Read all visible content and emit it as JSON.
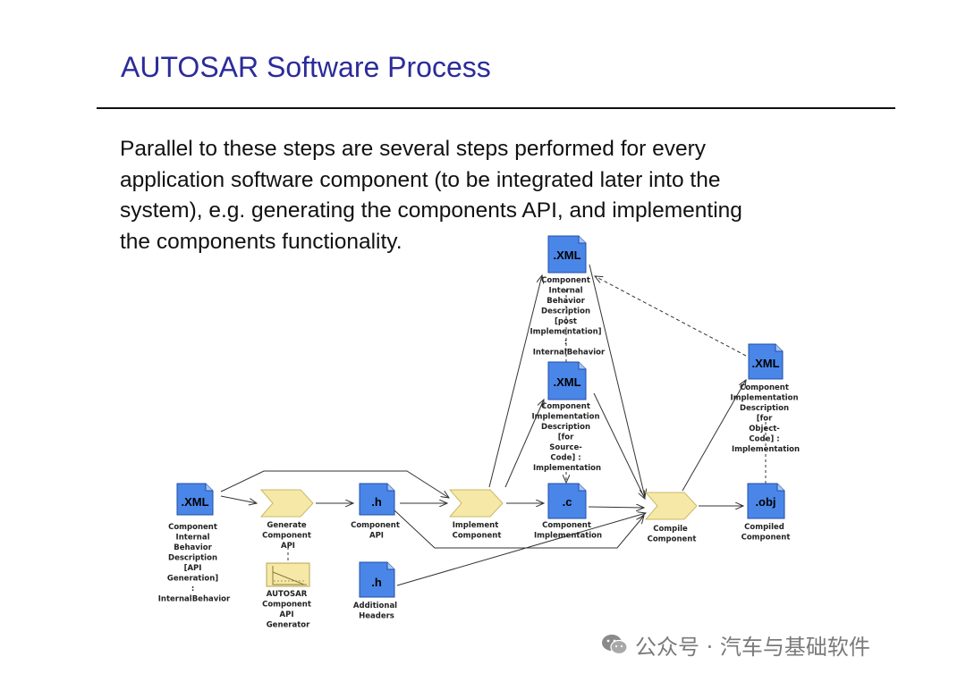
{
  "title": "AUTOSAR Software Process",
  "paragraph": {
    "line1": "Parallel to these steps are several steps performed for every",
    "line2": "application software component (to be integrated later into the",
    "line3": "system), e.g. generating the components API, and implementing",
    "line4": "the components functionality."
  },
  "colors": {
    "title": "#2b2b9a",
    "doc": "#4a86e8",
    "activity": "#f6e9a8"
  },
  "nodes": {
    "xml_internal_api": {
      "ext": ".XML",
      "label": [
        "Component",
        "Internal",
        "Behavior",
        "Description",
        "[API",
        "Generation]",
        ":",
        "InternalBehavior"
      ]
    },
    "generate_api": {
      "label": [
        "Generate",
        "Component",
        "API"
      ]
    },
    "api_generator_tool": {
      "label": [
        "AUTOSAR",
        "Component",
        "API",
        "Generator"
      ]
    },
    "h_component_api": {
      "ext": ".h",
      "label": [
        "Component",
        "API"
      ]
    },
    "implement_component": {
      "label": [
        "Implement",
        "Component"
      ]
    },
    "h_additional": {
      "ext": ".h",
      "label": [
        "Additional",
        "Headers"
      ]
    },
    "c_component_impl": {
      "ext": ".c",
      "label": [
        "Component",
        "Implementation"
      ]
    },
    "xml_internal_post": {
      "ext": ".XML",
      "label": [
        "Component",
        "Internal",
        "Behavior",
        "Description",
        "[post",
        "Implementation]",
        ":",
        "InternalBehavior"
      ]
    },
    "xml_impl_source": {
      "ext": ".XML",
      "label": [
        "Component",
        "Implementation",
        "Description",
        "[for",
        "Source-",
        "Code] :",
        "Implementation"
      ]
    },
    "compile_component": {
      "label": [
        "Compile",
        "Component"
      ]
    },
    "xml_impl_object": {
      "ext": ".XML",
      "label": [
        "Component",
        "Implementation",
        "Description",
        "[for",
        "Object-",
        "Code] :",
        "Implementation"
      ]
    },
    "obj_compiled": {
      "ext": ".obj",
      "label": [
        "Compiled",
        "Component"
      ]
    }
  },
  "watermark": "公众号 · 汽车与基础软件"
}
